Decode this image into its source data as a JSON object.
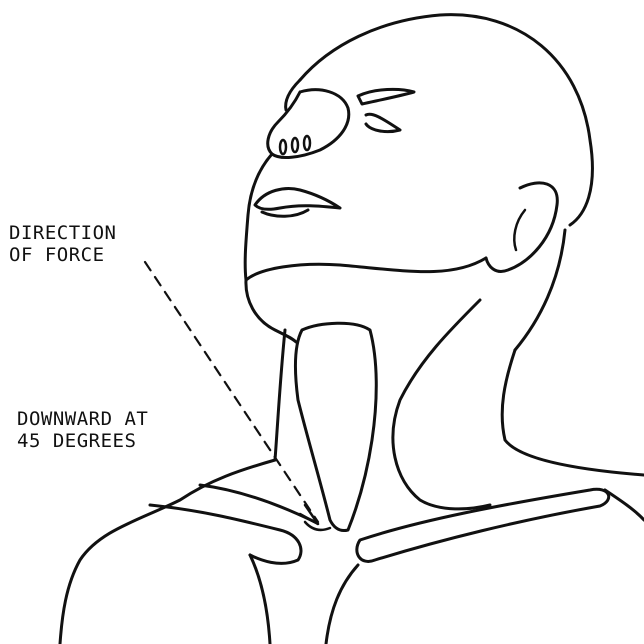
{
  "labels": {
    "direction": [
      "DIRECTION",
      "OF FORCE"
    ],
    "downward": [
      "DOWNWARD AT",
      "45 DEGREES"
    ]
  },
  "colors": {
    "ink": "#111111",
    "background": "#ffffff"
  }
}
